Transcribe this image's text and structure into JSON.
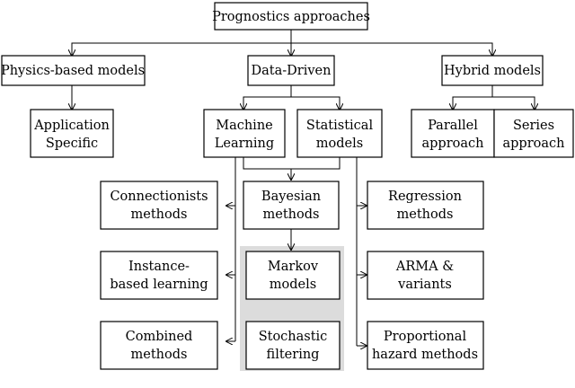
{
  "diagram": {
    "root": "Prognostics approaches",
    "physics": "Physics-based models",
    "data_driven": "Data-Driven",
    "hybrid": "Hybrid models",
    "application_1": "Application",
    "application_2": "Specific",
    "ml_1": "Machine",
    "ml_2": "Learning",
    "stat_1": "Statistical",
    "stat_2": "models",
    "parallel_1": "Parallel",
    "parallel_2": "approach",
    "series_1": "Series",
    "series_2": "approach",
    "connectionist_1": "Connectionists",
    "connectionist_2": "methods",
    "instance_1": "Instance-",
    "instance_2": "based learning",
    "combined_1": "Combined",
    "combined_2": "methods",
    "bayesian_1": "Bayesian",
    "bayesian_2": "methods",
    "markov_1": "Markov",
    "markov_2": "models",
    "stochastic_1": "Stochastic",
    "stochastic_2": "filtering",
    "regression_1": "Regression",
    "regression_2": "methods",
    "arma_1": "ARMA &",
    "arma_2": "variants",
    "proportional_1": "Proportional",
    "proportional_2": "hazard methods"
  }
}
